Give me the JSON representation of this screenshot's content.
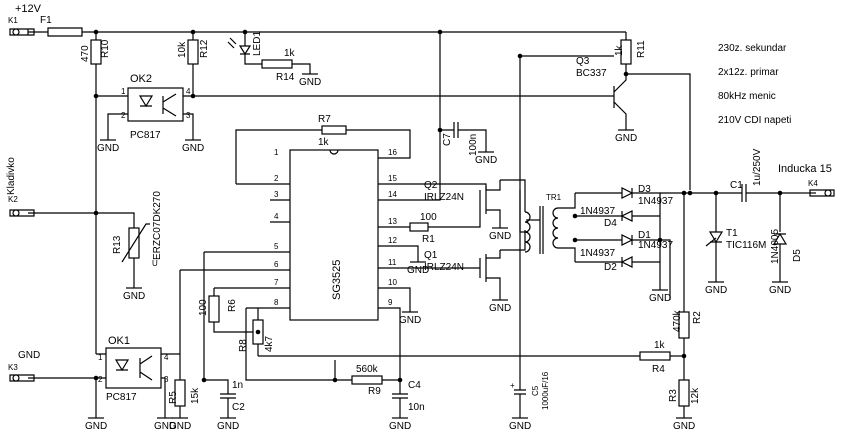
{
  "notes": [
    "230z. sekundar",
    "2x12z. primar",
    "80kHz menic",
    "210V CDI napeti"
  ],
  "supply": "+12V",
  "connectors": {
    "k1": "K1",
    "k2": "K2",
    "k3": "K3",
    "k4": "K4"
  },
  "labels": {
    "kladivko": "Kladivko",
    "gnd_in": "GND",
    "induktor": "Inducka 15"
  },
  "gnd": "GND",
  "ic": {
    "name": "SG3525",
    "pins_left": [
      "1",
      "2",
      "3",
      "4",
      "5",
      "6",
      "7",
      "8"
    ],
    "pins_right": [
      "16",
      "15",
      "14",
      "13",
      "12",
      "11",
      "10",
      "9"
    ]
  },
  "parts": {
    "f1": "F1",
    "r10": "R10",
    "r10v": "470",
    "r12": "R12",
    "r12v": "10k",
    "led1": "LED1",
    "r14": "R14",
    "r14v": "1k",
    "ok2": "OK2",
    "ok2t": "PC817",
    "ok1": "OK1",
    "ok1t": "PC817",
    "r7": "R7",
    "r7v": "1k",
    "c7": "C7",
    "c7v": "100n",
    "q2": "Q2",
    "q2t": "IRLZ24N",
    "q1": "Q1",
    "q1t": "IRLZ24N",
    "r1": "R1",
    "r1v": "100",
    "tr1": "TR1",
    "d1": "D1",
    "d2": "D2",
    "d3": "D3",
    "d4": "D4",
    "dt": "1N4937",
    "r11": "R11",
    "r11v": "1k",
    "q3": "Q3",
    "q3t": "BC337",
    "c1": "C1",
    "c1v": "1u/250V",
    "t1": "T1",
    "t1t": "TIC116M",
    "d5": "D5",
    "d5t": "1N4005",
    "r13": "R13",
    "r13t": "ERZC07DK270",
    "u": "U",
    "r6": "R6",
    "r6v": "100",
    "r8": "R8",
    "r8v": "4k7",
    "r5": "R5",
    "r5v": "15k",
    "c2": "C2",
    "c2v": "1n",
    "r9": "R9",
    "r9v": "560k",
    "c4": "C4",
    "c4v": "10n",
    "c5": "C5",
    "c5v": "1000uF/16",
    "r4": "R4",
    "r4v": "1k",
    "r2": "R2",
    "r2v": "470k",
    "r3": "R3",
    "r3v": "12k"
  },
  "pin_nums": [
    "1",
    "2",
    "3",
    "4"
  ]
}
